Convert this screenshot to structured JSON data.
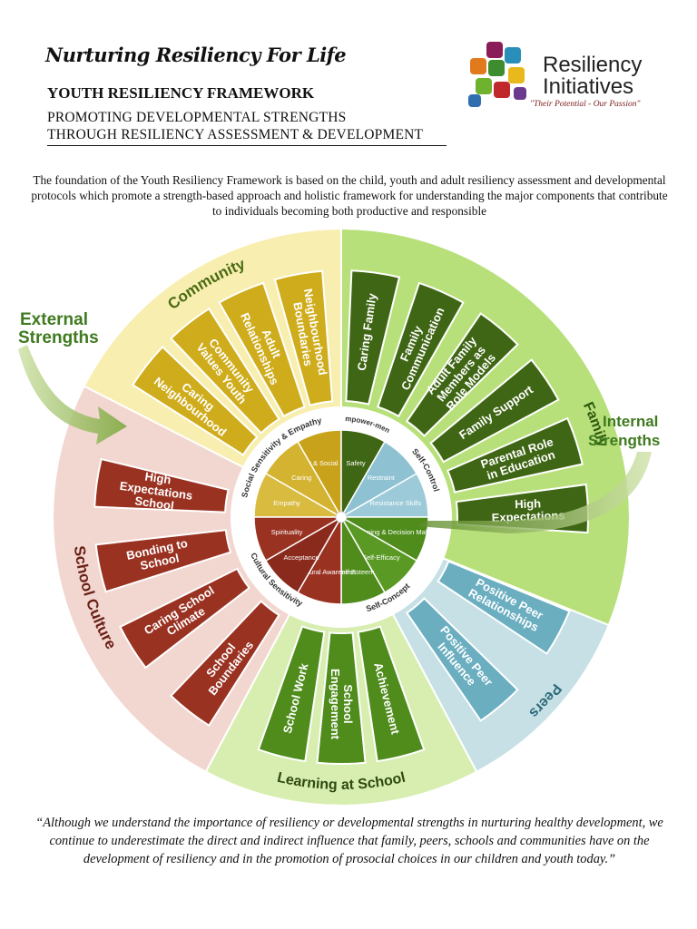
{
  "header": {
    "title": "Nurturing Resiliency For Life",
    "subtitle": "YOUTH RESILIENCY FRAMEWORK",
    "tagline_line1": "PROMOTING DEVELOPMENTAL STRENGTHS",
    "tagline_line2": "THROUGH RESILIENCY ASSESSMENT & DEVELOPMENT"
  },
  "logo": {
    "line1": "Resiliency",
    "line2": "Initiatives",
    "tagline": "\"Their Potential - Our Passion\""
  },
  "intro": "The foundation of the Youth Resiliency Framework is based on the child, youth and adult resiliency assessment and developmental protocols which promote a strength-based approach and holistic framework for understanding the major components that contribute to individuals becoming both productive and responsible",
  "quote": "“Although we understand the importance of resiliency or developmental strengths in nurturing healthy development, we continue to underestimate the direct and indirect influence that family, peers, schools and communities have on the development of resiliency and in the promotion of prosocial choices in our children and youth today.”",
  "wheel": {
    "external_label_1": "External",
    "external_label_2": "Strengths",
    "internal_label_1": "Internal",
    "internal_label_2": "Strengths",
    "sectors": {
      "community": "Community",
      "family": "Family",
      "peers": "Peers",
      "learning": "Learning at School",
      "school_culture": "School Culture"
    },
    "strengths": [
      {
        "line1": "Caring",
        "line2": "Neighbourhood"
      },
      {
        "line1": "Community",
        "line2": "Values Youth"
      },
      {
        "line1": "Adult",
        "line2": "Relationships"
      },
      {
        "line1": "Neighbourhood",
        "line2": "Boundaries"
      },
      {
        "line1": "Caring Family",
        "line2": ""
      },
      {
        "line1": "Family",
        "line2": "Communication"
      },
      {
        "line1": "Adult Family",
        "line2": "Members as",
        "line3": "Role Models"
      },
      {
        "line1": "Family Support",
        "line2": ""
      },
      {
        "line1": "Parental Role",
        "line2": "in Education"
      },
      {
        "line1": "High",
        "line2": "Expectations"
      },
      {
        "line1": "Positive Peer",
        "line2": "Relationships"
      },
      {
        "line1": "Positive Peer",
        "line2": "Influence"
      },
      {
        "line1": "Achievement",
        "line2": ""
      },
      {
        "line1": "School",
        "line2": "Engagement"
      },
      {
        "line1": "School Work",
        "line2": ""
      },
      {
        "line1": "School",
        "line2": "Boundaries"
      },
      {
        "line1": "Caring School",
        "line2": "Climate"
      },
      {
        "line1": "Bonding to",
        "line2": "School"
      },
      {
        "line1": "High",
        "line2": "Expectations",
        "line3": "School"
      }
    ],
    "core_groups": {
      "social_sensitivity": "Social Sensitivity & Empathy",
      "empowerment": "Empower-ment",
      "self_control": "Self-Control",
      "self_concept": "Self-Concept",
      "cultural_sensitivity": "Cultural Sensitivity"
    },
    "core_items": {
      "equity": "Equity & Social Justice",
      "caring": "Caring",
      "empathy": "Empathy",
      "safety": "Safety",
      "restraint": "Restraint",
      "resistance": "Resistance Skills",
      "planning": "Planning & Decision Making",
      "efficacy": "Self-Efficacy",
      "esteem": "Self-Esteem",
      "cultural_awareness": "Cultural Awareness",
      "acceptance": "Acceptance",
      "spirituality": "Spirituality"
    }
  }
}
